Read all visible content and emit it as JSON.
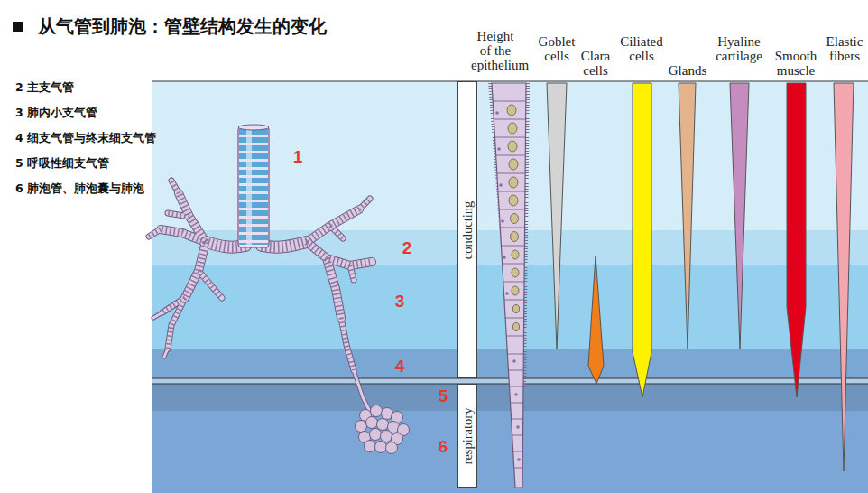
{
  "diagram": {
    "title": "从气管到肺泡：管壁结构发生的变化",
    "nodes": [
      {
        "text": [
          "conducting"
        ]
      },
      {
        "text": [
          "respiratory"
        ]
      }
    ],
    "labels": [
      "2 主支气管",
      "3 肺内小支气管",
      "4 细支气管与终末细支气管",
      "5 呼吸性细支气管",
      "6 肺泡管、肺泡囊与肺泡",
      "1",
      "2",
      "3",
      "4",
      "5",
      "6",
      "Height of the epithelium",
      "Goblet cells",
      "Clara cells",
      "Ciliated cells",
      "Glands",
      "Hyaline cartilage",
      "Smooth muscle",
      "Elastic fibers"
    ]
  }
}
